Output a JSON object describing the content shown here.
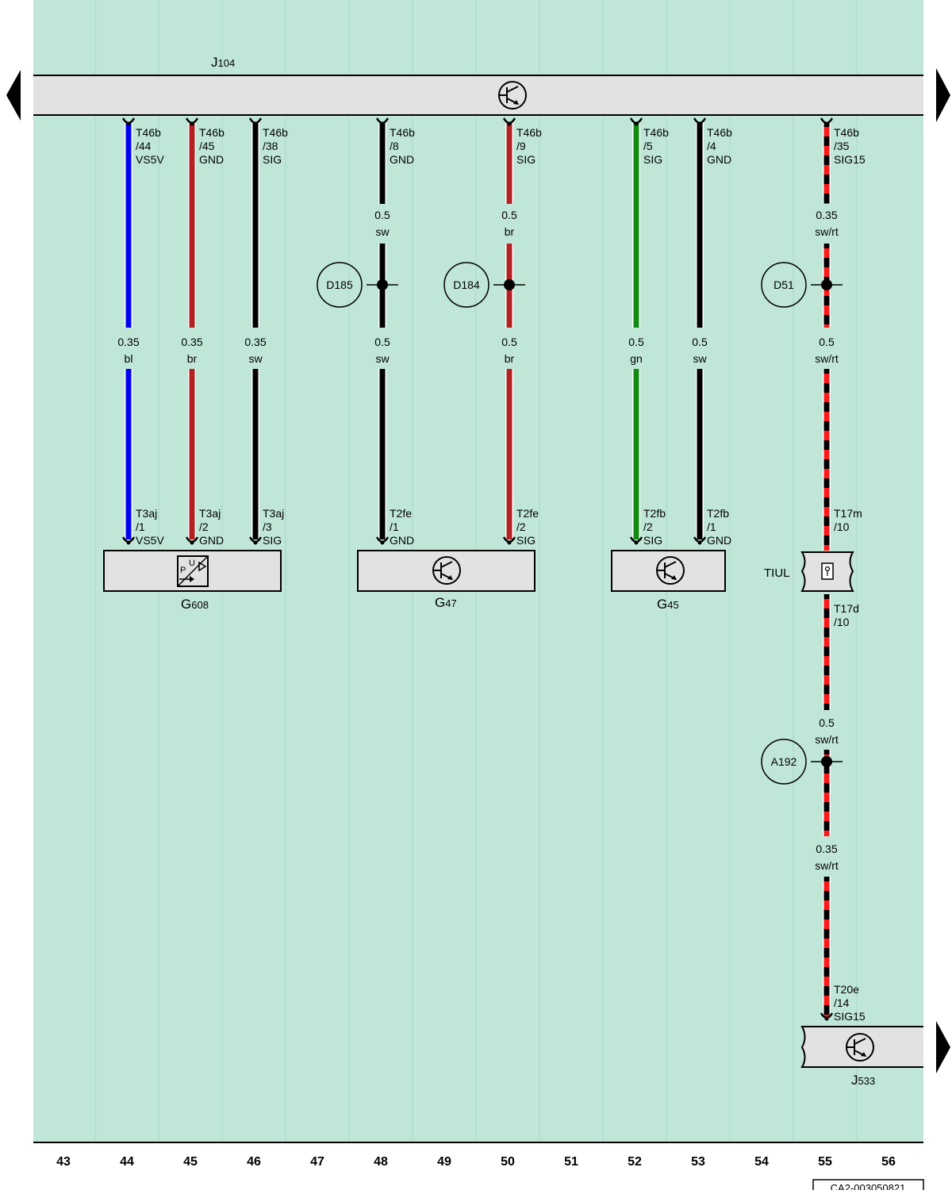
{
  "diagram": {
    "doc_code": "CA2-003050821",
    "columns": [
      "43",
      "44",
      "45",
      "46",
      "47",
      "48",
      "49",
      "50",
      "51",
      "52",
      "53",
      "54",
      "55",
      "56"
    ],
    "components": {
      "ecu_top": {
        "code": "J",
        "number": "104",
        "icon": "transistor-symbol-icon"
      },
      "sensor_g608": {
        "code": "G",
        "number": "608",
        "icon": "pressure-sensor-icon"
      },
      "sensor_g47": {
        "code": "G",
        "number": "47",
        "icon": "transistor-symbol-icon"
      },
      "sensor_g45": {
        "code": "G",
        "number": "45",
        "icon": "transistor-symbol-icon"
      },
      "connector_tiul": {
        "label": "TIUL",
        "icon": "connector-station-icon"
      },
      "ecu_bottom": {
        "code": "J",
        "number": "533",
        "icon": "transistor-symbol-icon"
      }
    },
    "splices": [
      "D185",
      "D184",
      "D51",
      "A192"
    ],
    "wires": [
      {
        "top_pin": [
          "T46b",
          "/44",
          "VS5V"
        ],
        "size": "0.35",
        "color_code": "bl",
        "bottom_pin": [
          "T3aj",
          "/1",
          "VS5V"
        ]
      },
      {
        "top_pin": [
          "T46b",
          "/45",
          "GND"
        ],
        "size": "0.35",
        "color_code": "br",
        "bottom_pin": [
          "T3aj",
          "/2",
          "GND"
        ]
      },
      {
        "top_pin": [
          "T46b",
          "/38",
          "SIG"
        ],
        "size": "0.35",
        "color_code": "sw",
        "bottom_pin": [
          "T3aj",
          "/3",
          "SIG"
        ]
      },
      {
        "top_pin": [
          "T46b",
          "/8",
          "GND"
        ],
        "size_upper": "0.5",
        "color_upper": "sw",
        "size": "0.5",
        "color_code": "sw",
        "bottom_pin": [
          "T2fe",
          "/1",
          "GND"
        ]
      },
      {
        "top_pin": [
          "T46b",
          "/9",
          "SIG"
        ],
        "size_upper": "0.5",
        "color_upper": "br",
        "size": "0.5",
        "color_code": "br",
        "bottom_pin": [
          "T2fe",
          "/2",
          "SIG"
        ]
      },
      {
        "top_pin": [
          "T46b",
          "/5",
          "SIG"
        ],
        "size": "0.5",
        "color_code": "gn",
        "bottom_pin": [
          "T2fb",
          "/2",
          "SIG"
        ]
      },
      {
        "top_pin": [
          "T46b",
          "/4",
          "GND"
        ],
        "size": "0.5",
        "color_code": "sw",
        "bottom_pin": [
          "T2fb",
          "/1",
          "GND"
        ]
      },
      {
        "top_pin": [
          "T46b",
          "/35",
          "SIG15"
        ],
        "size_upper": "0.35",
        "color_upper": "sw/rt",
        "size": "0.5",
        "color_code": "sw/rt",
        "bottom_pin": [
          "T17m",
          "/10"
        ]
      }
    ],
    "lower_run": {
      "tiul_pin": [
        "T17d",
        "/10"
      ],
      "seg1": {
        "size": "0.5",
        "color_code": "sw/rt"
      },
      "seg2": {
        "size": "0.35",
        "color_code": "sw/rt"
      },
      "end_pin": [
        "T20e",
        "/14",
        "SIG15"
      ]
    },
    "wire_colors": {
      "bl": "#0000ee",
      "br": "#b22222",
      "sw": "#000000",
      "gn": "#138a13",
      "rt": "#ff1a1a"
    },
    "background_color": "#c0e6d8",
    "component_fill": "#e2e2e2"
  }
}
